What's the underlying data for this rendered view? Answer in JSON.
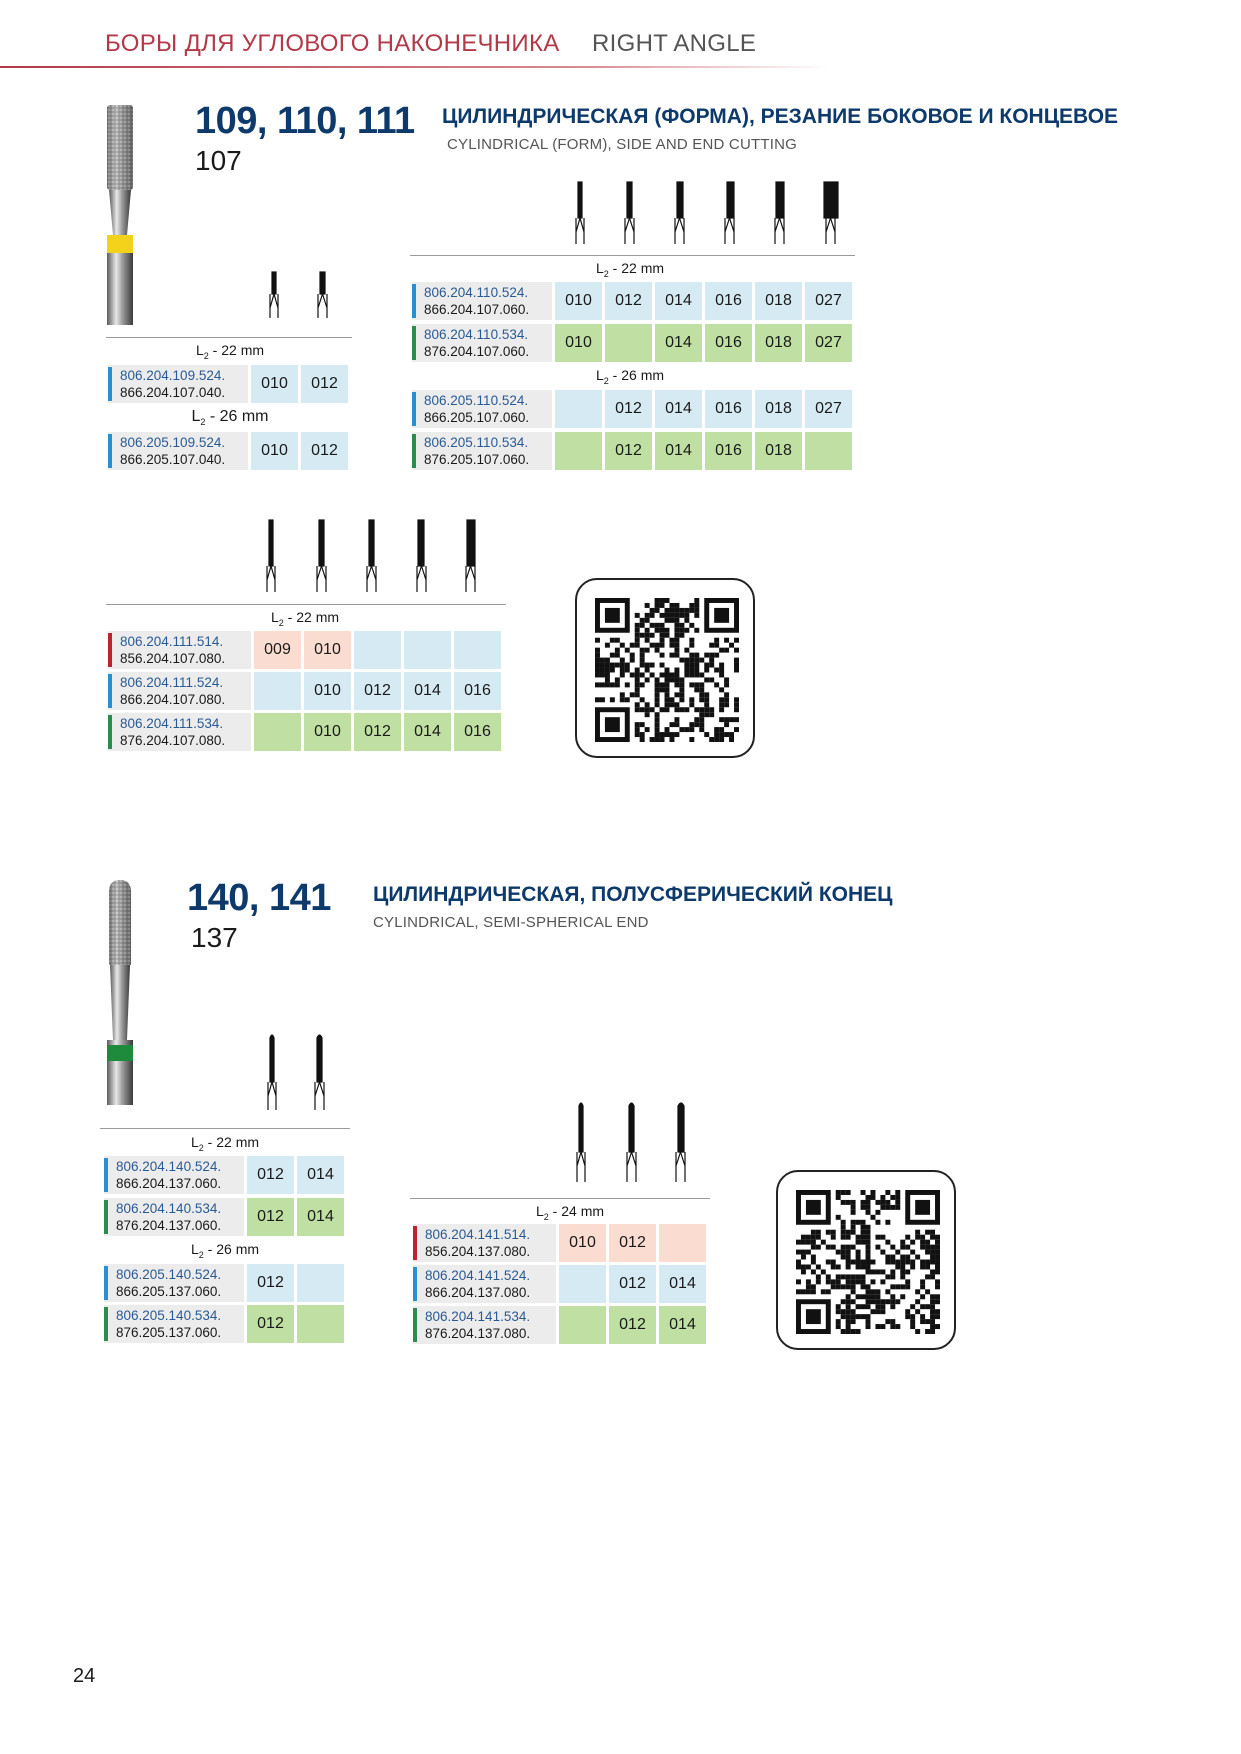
{
  "header": {
    "title_ru": "БОРЫ ДЛЯ УГЛОВОГО НАКОНЕЧНИКА",
    "title_en": "RIGHT ANGLE"
  },
  "section1": {
    "models": "109, 110, 111",
    "sub": "107",
    "title_ru": "ЦИЛИНДРИЧЕСКАЯ (ФОРМА), РЕЗАНИЕ БОКОВОЕ И КОНЦЕВОЕ",
    "title_en": "CYLINDRICAL (FORM), SIDE AND END CUTTING",
    "band_color": "#f2d21a",
    "left_table": {
      "l2_22": "22 mm",
      "l2_26": "26 mm",
      "rows": [
        {
          "c1": "806.204.109.524.",
          "c2": "866.204.107.040.",
          "vals": [
            "010",
            "012"
          ],
          "color": "blue"
        },
        {
          "c1": "806.205.109.524.",
          "c2": "866.205.107.040.",
          "vals": [
            "010",
            "012"
          ],
          "color": "blue"
        }
      ]
    },
    "right_table": {
      "l2_22": "22 mm",
      "l2_26": "26 mm",
      "rows": [
        {
          "c1": "806.204.110.524.",
          "c2": "866.204.107.060.",
          "vals": [
            "010",
            "012",
            "014",
            "016",
            "018",
            "027"
          ],
          "color": "blue"
        },
        {
          "c1": "806.204.110.534.",
          "c2": "876.204.107.060.",
          "vals": [
            "010",
            "",
            "014",
            "016",
            "018",
            "027"
          ],
          "color": "green"
        },
        {
          "c1": "806.205.110.524.",
          "c2": "866.205.107.060.",
          "vals": [
            "",
            "012",
            "014",
            "016",
            "018",
            "027"
          ],
          "color": "blue"
        },
        {
          "c1": "806.205.110.534.",
          "c2": "876.205.107.060.",
          "vals": [
            "",
            "012",
            "014",
            "016",
            "018",
            ""
          ],
          "color": "green"
        }
      ]
    },
    "table111": {
      "l2_22": "22 mm",
      "rows": [
        {
          "c1": "806.204.111.514.",
          "c2": "856.204.107.080.",
          "vals": [
            "009",
            "010",
            "",
            "",
            ""
          ],
          "color": "red"
        },
        {
          "c1": "806.204.111.524.",
          "c2": "866.204.107.080.",
          "vals": [
            "",
            "010",
            "012",
            "014",
            "016"
          ],
          "color": "blue"
        },
        {
          "c1": "806.204.111.534.",
          "c2": "876.204.107.080.",
          "vals": [
            "",
            "010",
            "012",
            "014",
            "016"
          ],
          "color": "green"
        }
      ]
    }
  },
  "section2": {
    "models": "140, 141",
    "sub": "137",
    "title_ru": "ЦИЛИНДРИЧЕСКАЯ, ПОЛУСФЕРИЧЕСКИЙ КОНЕЦ",
    "title_en": "CYLINDRICAL, SEMI-SPHERICAL END",
    "band_color": "#1d8a3c",
    "left_table": {
      "l2_22": "22 mm",
      "l2_26": "26 mm",
      "rows": [
        {
          "c1": "806.204.140.524.",
          "c2": "866.204.137.060.",
          "vals": [
            "012",
            "014"
          ],
          "color": "blue"
        },
        {
          "c1": "806.204.140.534.",
          "c2": "876.204.137.060.",
          "vals": [
            "012",
            "014"
          ],
          "color": "green"
        },
        {
          "c1": "806.205.140.524.",
          "c2": "866.205.137.060.",
          "vals": [
            "012",
            ""
          ],
          "color": "blue"
        },
        {
          "c1": "806.205.140.534.",
          "c2": "876.205.137.060.",
          "vals": [
            "012",
            ""
          ],
          "color": "green"
        }
      ]
    },
    "right_table": {
      "l2_24": "24 mm",
      "rows": [
        {
          "c1": "806.204.141.514.",
          "c2": "856.204.137.080.",
          "vals": [
            "010",
            "012",
            ""
          ],
          "color": "red"
        },
        {
          "c1": "806.204.141.524.",
          "c2": "866.204.137.080.",
          "vals": [
            "",
            "012",
            "014"
          ],
          "color": "blue"
        },
        {
          "c1": "806.204.141.534.",
          "c2": "876.204.137.080.",
          "vals": [
            "",
            "012",
            "014"
          ],
          "color": "green"
        }
      ]
    }
  },
  "page_number": "24"
}
